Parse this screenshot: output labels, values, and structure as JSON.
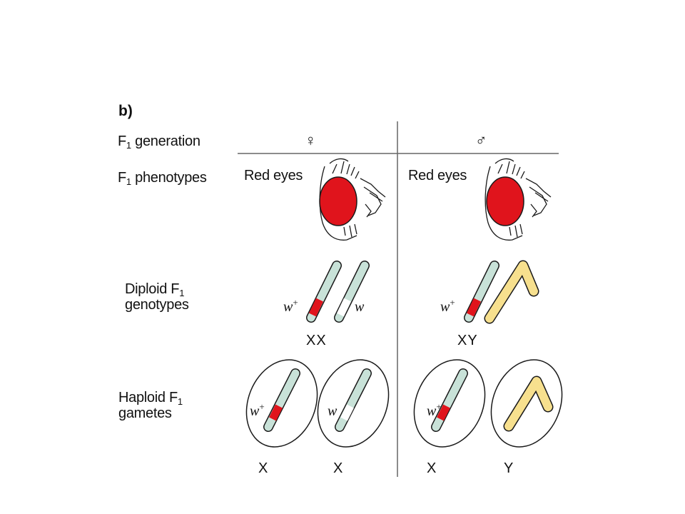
{
  "panel_label": "b)",
  "rows": {
    "generation": {
      "prefix": "F",
      "sub": "1",
      "text": " generation"
    },
    "phenotypes": {
      "prefix": "F",
      "sub": "1",
      "text": " phenotypes"
    },
    "diploid": {
      "line1": "Diploid F",
      "sub": "1",
      "line2": "genotypes"
    },
    "haploid": {
      "line1": "Haploid F",
      "sub": "1",
      "line2": "gametes"
    }
  },
  "female": {
    "symbol": "♀",
    "phenotype": "Red eyes",
    "genotype": "XX",
    "alleles": [
      {
        "base": "w",
        "sup": "+"
      },
      {
        "base": "w",
        "sup": ""
      }
    ],
    "gametes": [
      {
        "label": "X",
        "allele": {
          "base": "w",
          "sup": "+"
        }
      },
      {
        "label": "X",
        "allele": {
          "base": "w",
          "sup": ""
        }
      }
    ]
  },
  "male": {
    "symbol": "♂",
    "phenotype": "Red eyes",
    "genotype": "XY",
    "alleles": [
      {
        "base": "w",
        "sup": "+"
      }
    ],
    "gametes": [
      {
        "label": "X",
        "allele": {
          "base": "w",
          "sup": "+"
        }
      },
      {
        "label": "Y"
      }
    ]
  },
  "colors": {
    "x_chromosome": "#c8e2d8",
    "y_chromosome": "#f7e08e",
    "wild_type_allele": "#e0141c",
    "mutant_allele": "#ffffff",
    "eye": "#e0141c",
    "outline": "#1a1a1a"
  }
}
